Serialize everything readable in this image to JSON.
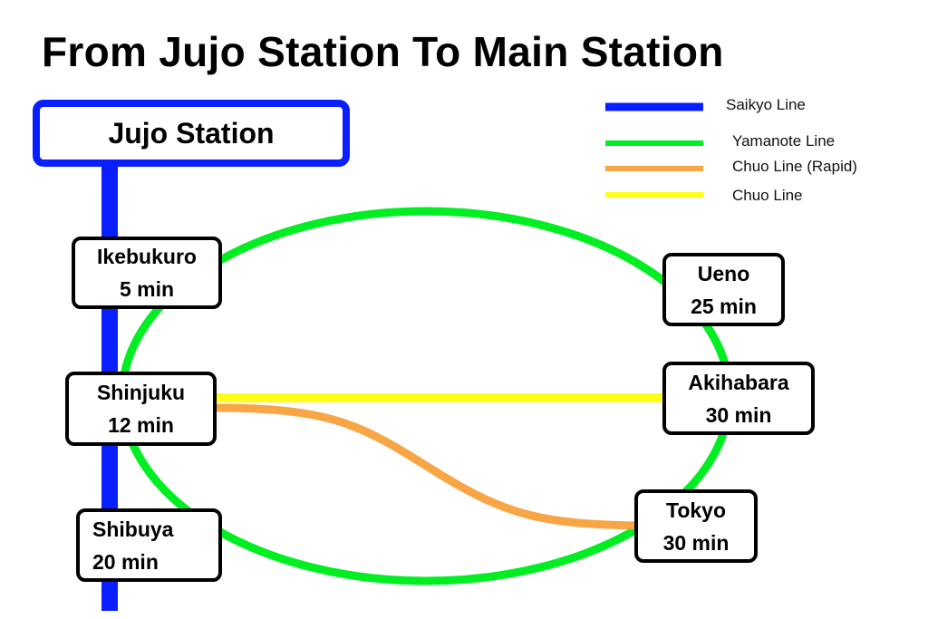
{
  "title": "From Jujo Station To Main Station",
  "origin": {
    "name": "Jujo Station"
  },
  "lines": {
    "saikyo": {
      "name": "Saikyo Line",
      "color": "#0a1fff"
    },
    "yamanote": {
      "name": "Yamanote Line",
      "color": "#00ee22"
    },
    "chuo_rapid": {
      "name": "Chuo Line (Rapid)",
      "color": "#f7a545"
    },
    "chuo": {
      "name": "Chuo Line",
      "color": "#ffff1a"
    }
  },
  "stations": {
    "ikebukuro": {
      "name": "Ikebukuro",
      "time": "5 min"
    },
    "shinjuku": {
      "name": "Shinjuku",
      "time": "12 min"
    },
    "shibuya": {
      "name": "Shibuya",
      "time": "20 min"
    },
    "ueno": {
      "name": "Ueno",
      "time": "25 min"
    },
    "akihabara": {
      "name": "Akihabara",
      "time": "30 min"
    },
    "tokyo": {
      "name": "Tokyo",
      "time": "30 min"
    }
  }
}
